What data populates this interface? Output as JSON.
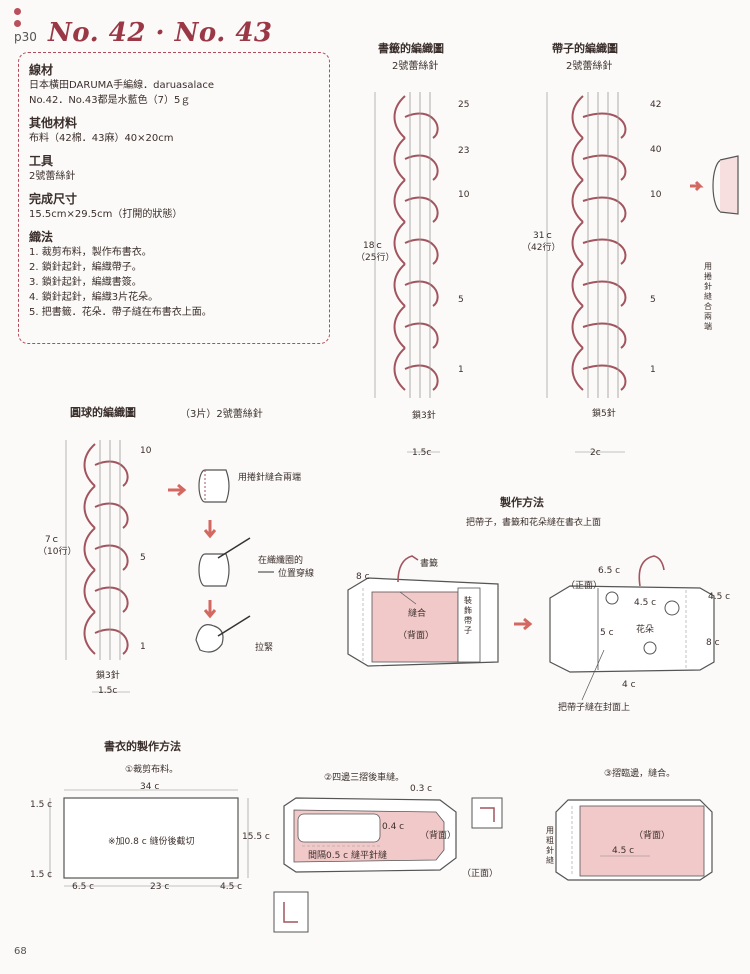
{
  "header": {
    "page_ref": "p30",
    "title": "No. 42 · No. 43"
  },
  "info": {
    "sections": [
      {
        "title": "線材",
        "lines": [
          "日本橫田DARUMA手編線．daruasalace",
          "No.42．No.43都是水藍色（7）5ｇ"
        ]
      },
      {
        "title": "其他材料",
        "lines": [
          "布料（42棉．43麻）40×20cm"
        ]
      },
      {
        "title": "工具",
        "lines": [
          "2號蕾絲針"
        ]
      },
      {
        "title": "完成尺寸",
        "lines": [
          "15.5cm×29.5cm（打開的狀態）"
        ]
      },
      {
        "title": "織法",
        "lines": [
          "1. 裁剪布料，製作布書衣。",
          "2. 鎖針起針，編織帶子。",
          "3. 鎖針起針，編織書簽。",
          "4. 鎖針起針，編織3片花朵。",
          "5. 把書籤．花朵．帶子縫在布書衣上面。"
        ]
      }
    ]
  },
  "bookmark_chart": {
    "title": "書籤的編織圖",
    "subtitle": "2號蕾絲針",
    "row_labels": [
      "25",
      "23",
      "10",
      "5",
      "1"
    ],
    "size": "18ｃ",
    "rows": "（25行）",
    "start": "鎖3針",
    "width": "1.5c"
  },
  "strap_chart": {
    "title": "帶子的編織圖",
    "subtitle": "2號蕾絲針",
    "row_labels": [
      "42",
      "40",
      "10",
      "5",
      "1"
    ],
    "size": "31ｃ",
    "rows": "（42行）",
    "start": "鎖5針",
    "width": "2c",
    "side_note": "用捲針縫合兩端"
  },
  "flower_chart": {
    "title": "圓球的編織圖",
    "count": "（3片）2號蕾絲針",
    "row_labels": [
      "10",
      "5",
      "1"
    ],
    "size": "7ｃ",
    "rows": "（10行）",
    "start": "鎖3針",
    "width": "1.5c",
    "step1": "用捲針縫合兩端",
    "step2a": "在織纖圈的",
    "step2b": "位置穿線",
    "step3": "拉緊"
  },
  "assembly": {
    "title": "製作方法",
    "note": "把帶子，書籤和花朵縫在書衣上面",
    "left_labels": {
      "bookmark": "書籤",
      "seam": "縫合",
      "back": "（背面）",
      "strap": "裝飾帶子",
      "dim": "8 c"
    },
    "right_labels": {
      "front": "（正面）",
      "d1": "6.5 c",
      "d2": "4.5 c",
      "d3": "4.5 c",
      "d4": "5 c",
      "flower": "花朵",
      "d5": "8 c",
      "d6": "4 c",
      "note": "把帶子縫在封面上"
    }
  },
  "cover": {
    "title": "書衣的製作方法",
    "step1": "①裁剪布料。",
    "step2": "②四邊三摺後車縫。",
    "step3": "③摺臨邊，縫合。",
    "step1_dims": {
      "width": "34 c",
      "top": "1.5 c",
      "bottom": "1.5 c",
      "height": "15.5 c",
      "note": "※加0.8 c 縫份後截切",
      "a": "6.5 c",
      "b": "23 c",
      "c": "4.5 c"
    },
    "step2_dims": {
      "a": "0.3 c",
      "b": "0.4 c",
      "back": "（背面）",
      "stitch": "間隔0.5 c 縫平針縫",
      "front": "（正面）"
    },
    "step3_dims": {
      "stitch": "用粗針縫",
      "back": "（背面）",
      "d": "4.5 c"
    }
  },
  "footer": {
    "page_number": "68"
  }
}
